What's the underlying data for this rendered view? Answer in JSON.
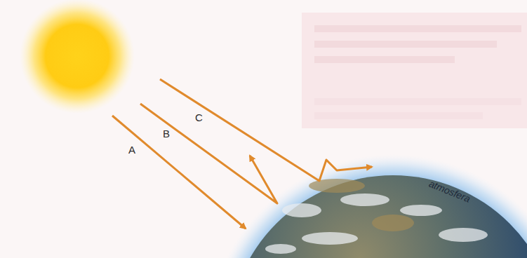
{
  "diagram": {
    "labels": [
      "A",
      "B",
      "C",
      "atmosfera"
    ]
  }
}
